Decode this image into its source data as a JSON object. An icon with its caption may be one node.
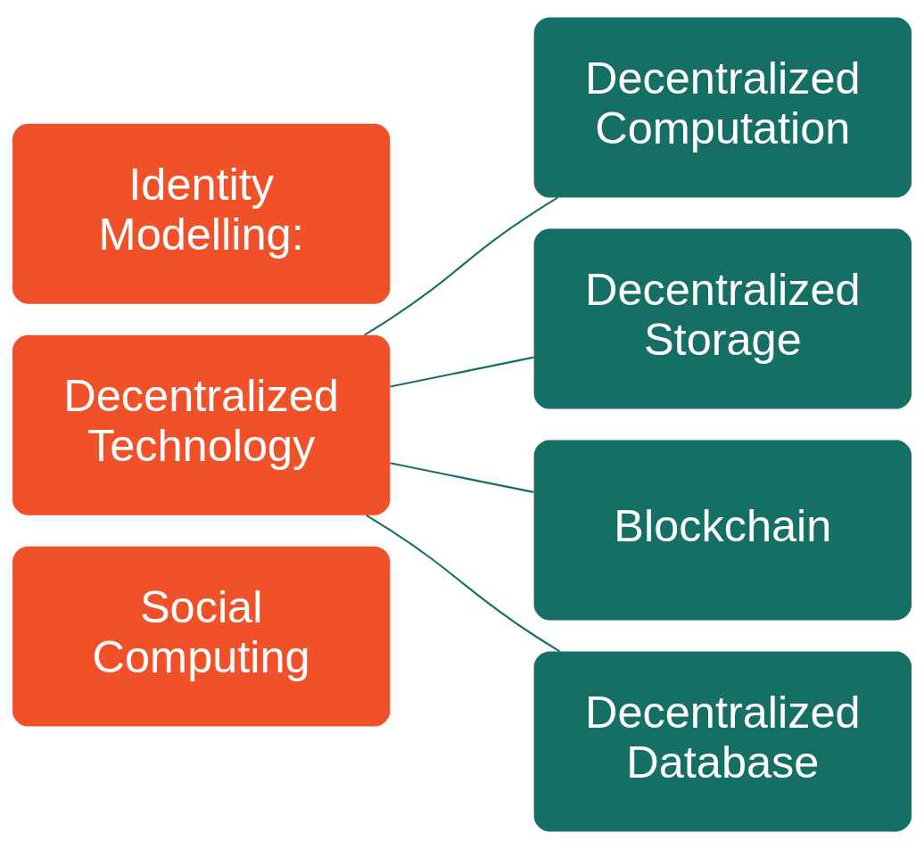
{
  "diagram": {
    "nodes": [
      {
        "text": [
          "Identity Modelling:"
        ]
      },
      {
        "text": [
          "Decentralized Technology"
        ]
      },
      {
        "text": [
          "Social Computing"
        ]
      },
      {
        "text": [
          "Decentralized Computation"
        ]
      },
      {
        "text": [
          "Decentralized Storage"
        ]
      },
      {
        "text": [
          "Blockchain"
        ]
      },
      {
        "text": [
          "Decentralized Database"
        ]
      }
    ],
    "edges": [
      {
        "from": 1,
        "to": 3,
        "arrow": "none"
      },
      {
        "from": 1,
        "to": 4,
        "arrow": "none"
      },
      {
        "from": 1,
        "to": 5,
        "arrow": "none"
      },
      {
        "from": 1,
        "to": 6,
        "arrow": "none"
      }
    ]
  }
}
